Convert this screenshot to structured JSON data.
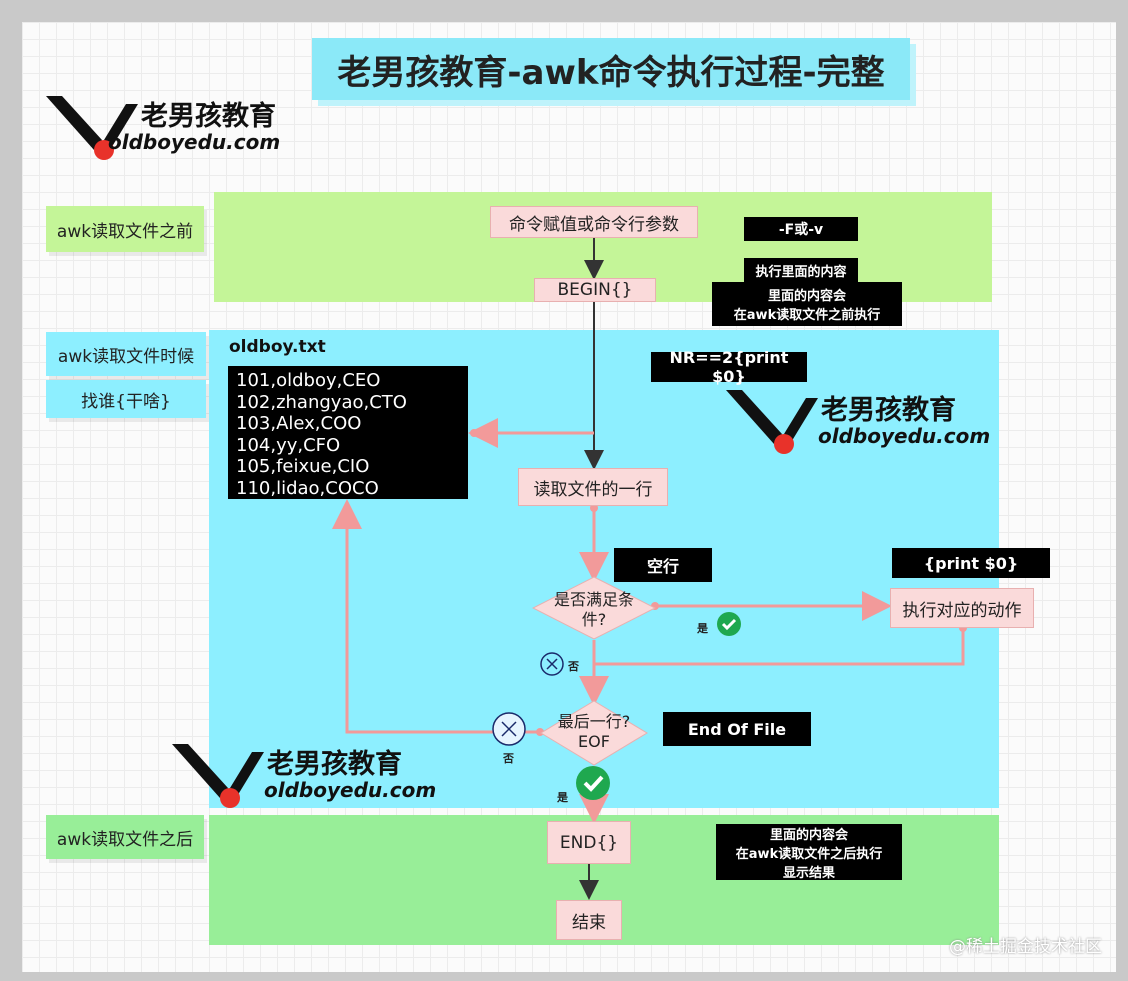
{
  "title": "老男孩教育-awk命令执行过程-完整",
  "logo": {
    "cn": "老男孩教育",
    "en": "oldboyedu.com"
  },
  "side_labels": {
    "before": "awk读取文件之前",
    "during": "awk读取文件时候",
    "find": "找谁{干啥}",
    "after": "awk读取文件之后"
  },
  "nodes": {
    "params": "命令赋值或命令行参数",
    "begin": "BEGIN{}",
    "read_line": "读取文件的一行",
    "condition": [
      "是否满足条",
      "件?"
    ],
    "action": "执行对应的动作",
    "last_line": [
      "最后一行?",
      "EOF"
    ],
    "end": "END{}",
    "finish": "结束"
  },
  "notes": {
    "fv": "-F或-v",
    "exec_inside": "执行里面的内容",
    "before_exec": [
      "里面的内容会",
      "在awk读取文件之前执行"
    ],
    "pattern": "NR==2{print $0}",
    "empty_line": "空行",
    "print": "{print $0}",
    "eof": "End Of File",
    "after_exec": [
      "里面的内容会",
      "在awk读取文件之后执行",
      "显示结果"
    ]
  },
  "file": {
    "name": "oldboy.txt",
    "lines": [
      "101,oldboy,CEO",
      "102,zhangyao,CTO",
      "103,Alex,COO",
      "104,yy,CFO",
      "105,feixue,CIO",
      "110,lidao,COCO"
    ]
  },
  "labels": {
    "yes": "是",
    "no": "否"
  },
  "watermark": "@稀土掘金技术社区",
  "colors": {
    "zone_before": "#c4f598",
    "zone_during": "#8defff",
    "zone_after": "#98ee98",
    "node": "#fadada",
    "arrow": "#f29a9a",
    "check": "#1fa84f",
    "logo_dot": "#e8322a"
  }
}
